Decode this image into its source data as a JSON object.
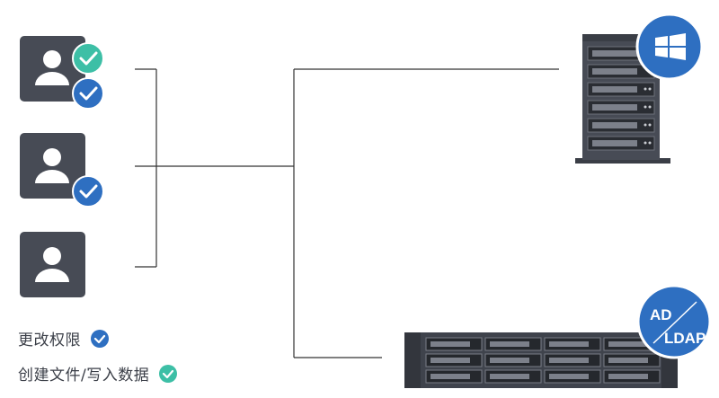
{
  "legend": {
    "modify_permissions": "更改权限",
    "create_write_data": "创建文件/写入数据"
  },
  "badges": {
    "ad_top": "AD",
    "ad_bottom": "LDAP"
  },
  "colors": {
    "user_tile": "#474b55",
    "teal_check": "#3dbfa6",
    "blue_check": "#2e6fc1",
    "line": "#333333",
    "windows_badge": "#2e6fc1",
    "nas_body": "#3f434c"
  },
  "icons": {
    "user": "user-icon",
    "check": "check-icon",
    "server": "tower-server-icon",
    "windows": "windows-logo-icon",
    "nas": "rack-nas-icon"
  }
}
